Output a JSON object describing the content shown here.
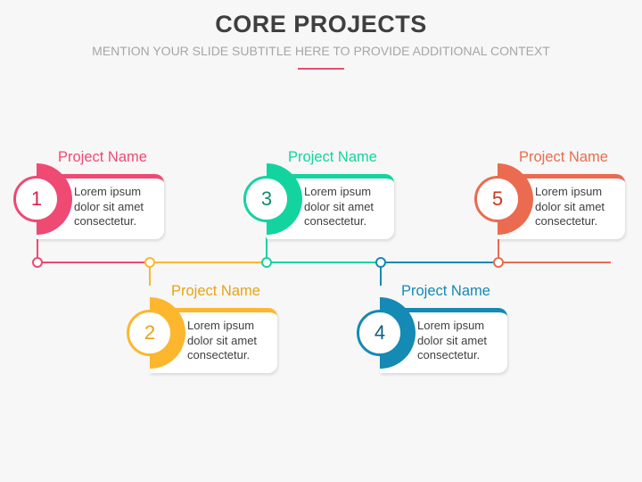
{
  "header": {
    "title": "CORE PROJECTS",
    "subtitle": "MENTION YOUR SLIDE SUBTITLE HERE TO PROVIDE ADDITIONAL CONTEXT"
  },
  "colors": {
    "accent": "#e94c6f",
    "p1": "#ee4a73",
    "p2": "#fcb72f",
    "p3": "#13d49f",
    "p4": "#148ab4",
    "p5": "#eb6b50"
  },
  "projects": [
    {
      "number": "1",
      "name": "Project Name",
      "description": "Lorem ipsum dolor sit amet consectetur.",
      "position": "above"
    },
    {
      "number": "2",
      "name": "Project Name",
      "description": "Lorem ipsum dolor sit amet consectetur.",
      "position": "below"
    },
    {
      "number": "3",
      "name": "Project Name",
      "description": "Lorem ipsum dolor sit amet consectetur.",
      "position": "above"
    },
    {
      "number": "4",
      "name": "Project Name",
      "description": "Lorem ipsum dolor sit amet consectetur.",
      "position": "below"
    },
    {
      "number": "5",
      "name": "Project Name",
      "description": "Lorem ipsum dolor sit amet consectetur.",
      "position": "above"
    }
  ]
}
